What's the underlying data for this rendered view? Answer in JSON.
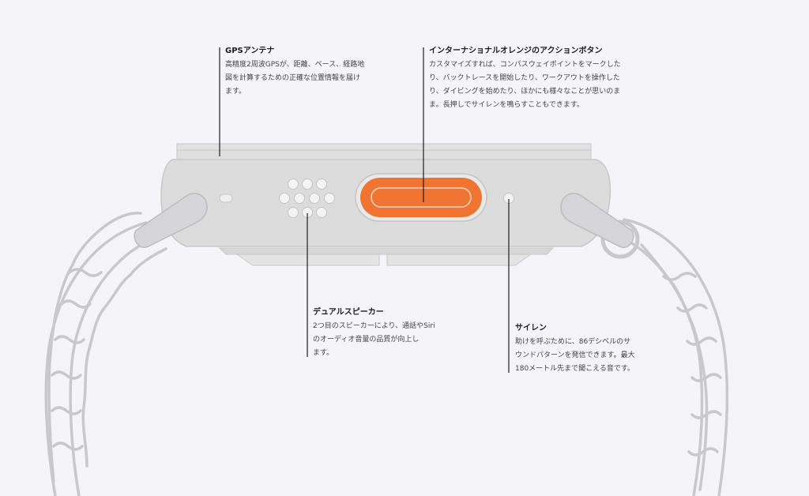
{
  "colors": {
    "background": "#f5f5f7",
    "case": "#dcdcdc",
    "case_edge": "#c8c8c8",
    "band": "#c9c9cc",
    "action_button": "#f07532",
    "leader_line": "#1d1d1f"
  },
  "callouts": {
    "gps": {
      "title": "GPSアンテナ",
      "lines": [
        "高精度2周波GPSが、距離、ペース、経路地",
        "図を計算するための正確な位置情報を届け",
        "ます。"
      ]
    },
    "action": {
      "title": "インターナショナルオレンジのアクションボタン",
      "lines": [
        "カスタマイズすれば、コンパスウェイポイントをマークした",
        "り、バックトレースを開始したり、ワークアウトを操作した",
        "り、ダイビングを始めたり、ほかにも様々なことが思いのま",
        "ま。長押しでサイレンを鳴らすこともできます。"
      ]
    },
    "speaker": {
      "title": "デュアルスピーカー",
      "lines": [
        "2つ目のスピーカーにより、通話やSiri",
        "のオーディオ音量の品質が向上し",
        "ます。"
      ]
    },
    "siren": {
      "title": "サイレン",
      "lines": [
        "助けを呼ぶために、86デシベルのサ",
        "ウンドパターンを発信できます。最大",
        "180メートル先まで聞こえる音です。"
      ]
    }
  }
}
